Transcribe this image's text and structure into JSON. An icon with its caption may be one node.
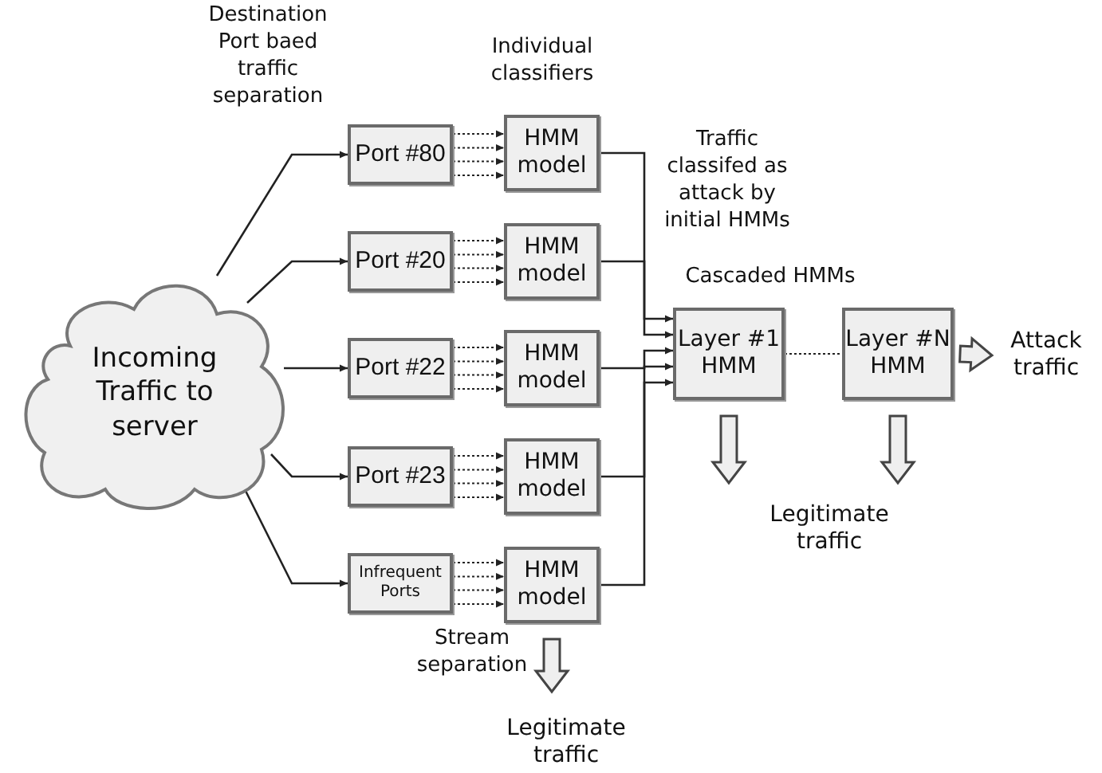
{
  "diagram": {
    "nodes": [
      {
        "text": [
          "Incoming Traffic to server"
        ]
      },
      {
        "text": [
          "Port #80"
        ]
      },
      {
        "text": [
          "Port #20"
        ]
      },
      {
        "text": [
          "Port #22"
        ]
      },
      {
        "text": [
          "Port #23"
        ]
      },
      {
        "text": [
          "Infrequent Ports"
        ]
      },
      {
        "text": [
          "HMM model"
        ]
      },
      {
        "text": [
          "HMM model"
        ]
      },
      {
        "text": [
          "HMM model"
        ]
      },
      {
        "text": [
          "HMM model"
        ]
      },
      {
        "text": [
          "HMM model"
        ]
      },
      {
        "text": [
          "Layer #1 HMM"
        ]
      },
      {
        "text": [
          "Layer #N HMM"
        ]
      },
      {
        "text": [
          "Attack traffic"
        ]
      },
      {
        "text": [
          "Legitimate traffic"
        ]
      },
      {
        "text": [
          "Legitimate traffic"
        ]
      }
    ],
    "edges": [
      {
        "from": 0,
        "to": 1,
        "arrow": "to"
      },
      {
        "from": 0,
        "to": 2,
        "arrow": "to"
      },
      {
        "from": 0,
        "to": 3,
        "arrow": "to"
      },
      {
        "from": 0,
        "to": 4,
        "arrow": "to"
      },
      {
        "from": 0,
        "to": 5,
        "arrow": "to"
      },
      {
        "from": 1,
        "to": 6,
        "arrow": "to",
        "style": "dashed"
      },
      {
        "from": 1,
        "to": 6,
        "arrow": "to",
        "style": "dashed"
      },
      {
        "from": 1,
        "to": 6,
        "arrow": "to",
        "style": "dashed"
      },
      {
        "from": 1,
        "to": 6,
        "arrow": "to",
        "style": "dashed"
      },
      {
        "from": 2,
        "to": 7,
        "arrow": "to",
        "style": "dashed"
      },
      {
        "from": 2,
        "to": 7,
        "arrow": "to",
        "style": "dashed"
      },
      {
        "from": 2,
        "to": 7,
        "arrow": "to",
        "style": "dashed"
      },
      {
        "from": 2,
        "to": 7,
        "arrow": "to",
        "style": "dashed"
      },
      {
        "from": 3,
        "to": 8,
        "arrow": "to",
        "style": "dashed"
      },
      {
        "from": 3,
        "to": 8,
        "arrow": "to",
        "style": "dashed"
      },
      {
        "from": 3,
        "to": 8,
        "arrow": "to",
        "style": "dashed"
      },
      {
        "from": 3,
        "to": 8,
        "arrow": "to",
        "style": "dashed"
      },
      {
        "from": 4,
        "to": 9,
        "arrow": "to",
        "style": "dashed"
      },
      {
        "from": 4,
        "to": 9,
        "arrow": "to",
        "style": "dashed"
      },
      {
        "from": 4,
        "to": 9,
        "arrow": "to",
        "style": "dashed"
      },
      {
        "from": 4,
        "to": 9,
        "arrow": "to",
        "style": "dashed"
      },
      {
        "from": 5,
        "to": 10,
        "arrow": "to",
        "style": "dashed"
      },
      {
        "from": 5,
        "to": 10,
        "arrow": "to",
        "style": "dashed"
      },
      {
        "from": 5,
        "to": 10,
        "arrow": "to",
        "style": "dashed"
      },
      {
        "from": 5,
        "to": 10,
        "arrow": "to",
        "style": "dashed"
      },
      {
        "from": 6,
        "to": 11,
        "arrow": "to"
      },
      {
        "from": 7,
        "to": 11,
        "arrow": "to"
      },
      {
        "from": 8,
        "to": 11,
        "arrow": "to"
      },
      {
        "from": 9,
        "to": 11,
        "arrow": "to"
      },
      {
        "from": 10,
        "to": 11,
        "arrow": "to"
      },
      {
        "from": 11,
        "to": 12,
        "arrow": "none",
        "style": "dashed"
      },
      {
        "from": 12,
        "to": 13,
        "arrow": "to",
        "style": "thick"
      },
      {
        "from": 11,
        "to": 14,
        "arrow": "to",
        "style": "thick"
      },
      {
        "from": 12,
        "to": 14,
        "arrow": "to",
        "style": "thick"
      },
      {
        "from": 10,
        "to": 15,
        "arrow": "to",
        "style": "thick"
      }
    ],
    "labels": [
      "Destination Port baed traffic separation",
      "Individual classifiers",
      "Traffic classifed as attack by initial HMMs",
      "Cascaded HMMs",
      "Stream separation"
    ]
  }
}
